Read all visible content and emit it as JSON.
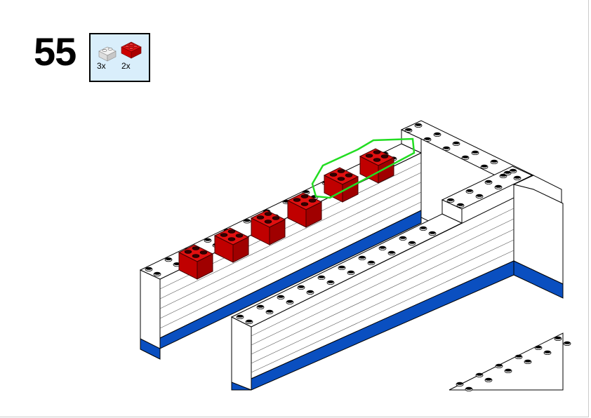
{
  "step": {
    "number": "55"
  },
  "parts_list": [
    {
      "name": "white-brick-1x2",
      "color": "#e8e8e8",
      "quantity": "3x"
    },
    {
      "name": "red-brick-2x2",
      "color": "#d01010",
      "quantity": "2x"
    }
  ],
  "colors": {
    "wall": "#ffffff",
    "base": "#0a4fc0",
    "highlight": "#22dd22",
    "parts_bg": "#d9eefb"
  }
}
